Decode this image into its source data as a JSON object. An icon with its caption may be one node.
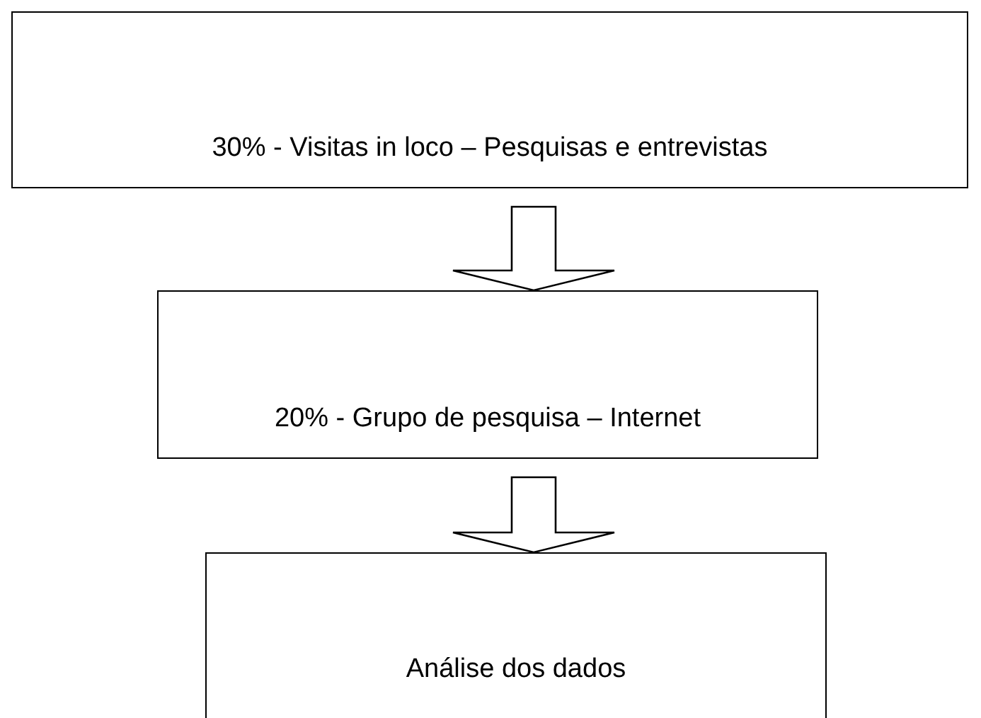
{
  "diagram": {
    "nodes": [
      {
        "text": [
          "30% - Visitas in loco – Pesquisas e entrevistas"
        ]
      },
      {
        "text": [
          "20% - Grupo de pesquisa – Internet"
        ]
      },
      {
        "text": [
          "Análise dos dados"
        ]
      }
    ],
    "edges": [
      {
        "from": 0,
        "to": 1,
        "arrow": "to"
      },
      {
        "from": 1,
        "to": 2,
        "arrow": "to"
      }
    ]
  }
}
